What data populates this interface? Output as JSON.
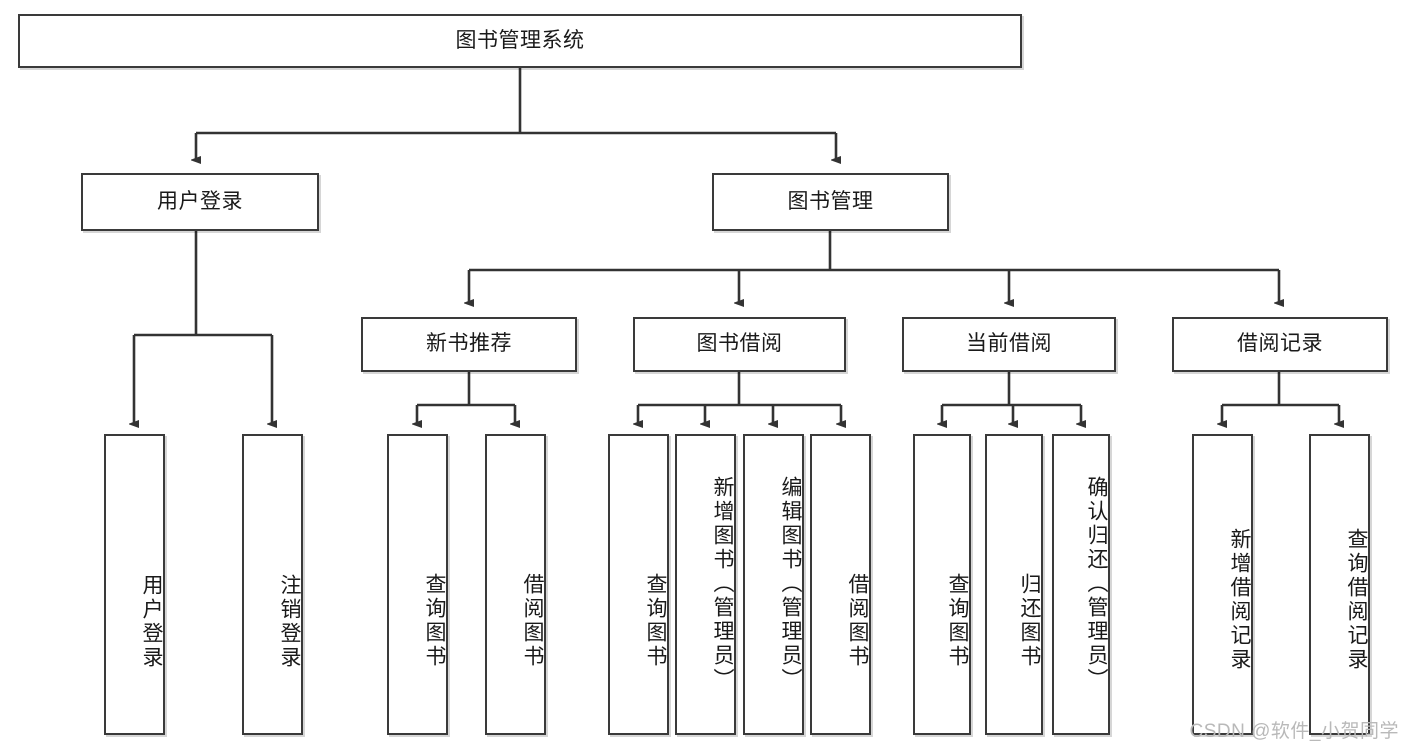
{
  "diagram": {
    "title": "图书管理系统",
    "type": "tree",
    "root": {
      "id": "root",
      "label": "图书管理系统",
      "orientation": "horizontal"
    },
    "level2": [
      {
        "id": "user-login",
        "label": "用户登录",
        "orientation": "horizontal"
      },
      {
        "id": "book-manage",
        "label": "图书管理",
        "orientation": "horizontal"
      }
    ],
    "level3": [
      {
        "id": "new-book-recommend",
        "label": "新书推荐",
        "orientation": "horizontal",
        "parent": "book-manage"
      },
      {
        "id": "book-borrow",
        "label": "图书借阅",
        "orientation": "horizontal",
        "parent": "book-manage"
      },
      {
        "id": "current-borrow",
        "label": "当前借阅",
        "orientation": "horizontal",
        "parent": "book-manage"
      },
      {
        "id": "borrow-record",
        "label": "借阅记录",
        "orientation": "horizontal",
        "parent": "book-manage"
      }
    ],
    "leaves": [
      {
        "id": "leaf-user-login",
        "label": "用户登录",
        "parent": "user-login"
      },
      {
        "id": "leaf-user-logout",
        "label": "注销登录",
        "parent": "user-login"
      },
      {
        "id": "leaf-query-book-1",
        "label": "查询图书",
        "parent": "new-book-recommend"
      },
      {
        "id": "leaf-borrow-book-1",
        "label": "借阅图书",
        "parent": "new-book-recommend"
      },
      {
        "id": "leaf-query-book-2",
        "label": "查询图书",
        "parent": "book-borrow"
      },
      {
        "id": "leaf-add-book",
        "label": "新增图书（管理员）",
        "parent": "book-borrow"
      },
      {
        "id": "leaf-edit-book",
        "label": "编辑图书（管理员）",
        "parent": "book-borrow"
      },
      {
        "id": "leaf-borrow-book-2",
        "label": "借阅图书",
        "parent": "book-borrow"
      },
      {
        "id": "leaf-query-book-3",
        "label": "查询图书",
        "parent": "current-borrow"
      },
      {
        "id": "leaf-return-book",
        "label": "归还图书",
        "parent": "current-borrow"
      },
      {
        "id": "leaf-confirm-return",
        "label": "确认归还（管理员）",
        "parent": "current-borrow"
      },
      {
        "id": "leaf-add-record",
        "label": "新增借阅记录",
        "parent": "borrow-record"
      },
      {
        "id": "leaf-query-record",
        "label": "查询借阅记录",
        "parent": "borrow-record"
      }
    ],
    "style": {
      "border_color": "#3a3a3a",
      "fill_color": "#ffffff",
      "text_color": "#1a1a1a",
      "edge_color": "#333333",
      "background": "#ffffff"
    }
  },
  "watermark": {
    "text": "CSDN @软件_小贺同学",
    "color": "#b9b9b9"
  }
}
